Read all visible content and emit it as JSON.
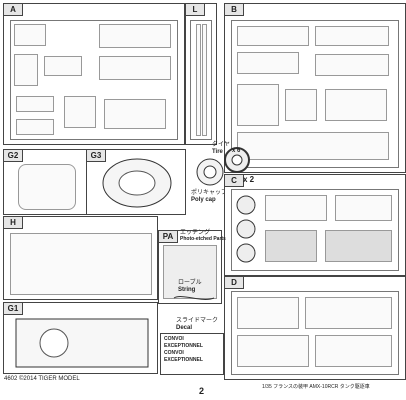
{
  "panels": {
    "A": "A",
    "L": "L",
    "B": "B",
    "G2": "G2",
    "G3": "G3",
    "C": "C",
    "H": "H",
    "PA": "PA",
    "D": "D",
    "G1": "G1"
  },
  "tire": {
    "label_jp": "タイヤ",
    "label_en": "Tire",
    "count": "x 6"
  },
  "polycap": {
    "label_jp": "ポリキャップ",
    "label_en": "Poly cap"
  },
  "c_count": "x 2",
  "photoetch": {
    "label_jp": "エッチング",
    "label_en": "Photo-etched Parts"
  },
  "string": {
    "label_jp": "ローブル",
    "label_en": "String"
  },
  "decal": {
    "label_jp": "スライドマーク",
    "label_en": "Decal",
    "lines": [
      "CONVOI",
      "EXCEPTIONNEL",
      "CONVOI",
      "EXCEPTIONNEL"
    ]
  },
  "footer": {
    "left": "4602 ©2014 TIGER MODEL",
    "page": "2",
    "right": "1/35 フランスの装甲 AMX-10RCR タンク駆逐車"
  }
}
